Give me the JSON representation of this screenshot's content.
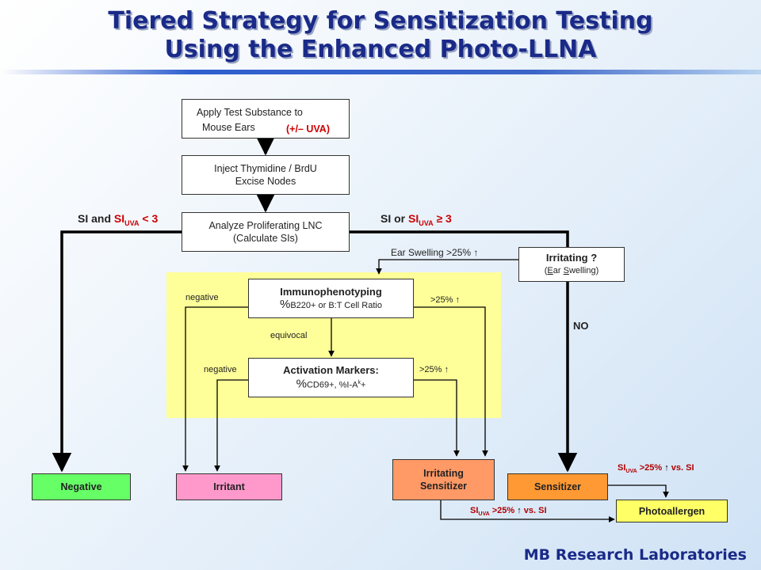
{
  "title": {
    "line1": "Tiered Strategy for Sensitization Testing",
    "line2": "Using the Enhanced Photo-LLNA"
  },
  "steps": {
    "apply_line1": "Apply Test Substance to",
    "apply_line2": "Mouse Ears",
    "apply_uva": "(+/– UVA)",
    "inject_line1": "Inject Thymidine / BrdU",
    "inject_line2": "Excise Nodes",
    "analyze_line1": "Analyze Proliferating LNC",
    "analyze_line2": "(Calculate SIs)"
  },
  "branches": {
    "left_prefix": "SI and ",
    "left_si": "SI",
    "left_sub": "UVA",
    "left_suffix": " < 3",
    "right_prefix": "SI or ",
    "right_si": "SI",
    "right_sub": "UVA",
    "right_suffix": " ≥ 3",
    "ear_swelling": "Ear Swelling  >25%",
    "no": "NO"
  },
  "irritating_box": {
    "title": "Irritating ?",
    "open": "(",
    "e": "E",
    "ar": "ar ",
    "s": "S",
    "welling": "welling)"
  },
  "immuno": {
    "title": "Immunophenotyping",
    "pct": "%",
    "ratio": "B220+ or B:T Cell Ratio",
    "negative": "negative",
    "gt25": ">25%",
    "equivocal": "equivocal"
  },
  "activation": {
    "title": "Activation Markers:",
    "pct": "%",
    "markers_a": "CD69+, %I-A",
    "markers_sup": "k",
    "markers_b": "+",
    "negative": "negative",
    "gt25": ">25%"
  },
  "outcomes": {
    "negative": "Negative",
    "irritant": "Irritant",
    "irritating_sensitizer_1": "Irritating",
    "irritating_sensitizer_2": "Sensitizer",
    "sensitizer": "Sensitizer",
    "photoallergen": "Photoallergen"
  },
  "criteria": {
    "si": "SI",
    "sub": "UVA",
    "text": " >25%",
    "vs": " vs. SI"
  },
  "footer": "MB Research Laboratories",
  "colors": {
    "title": "#1a2a88",
    "negative_box": "#66ff66",
    "irritant_box": "#ff99cc",
    "irritating_sensitizer_box": "#ff9966",
    "sensitizer_box": "#ff9933",
    "photoallergen_box": "#ffff66",
    "immuno_area": "#ffff99"
  }
}
